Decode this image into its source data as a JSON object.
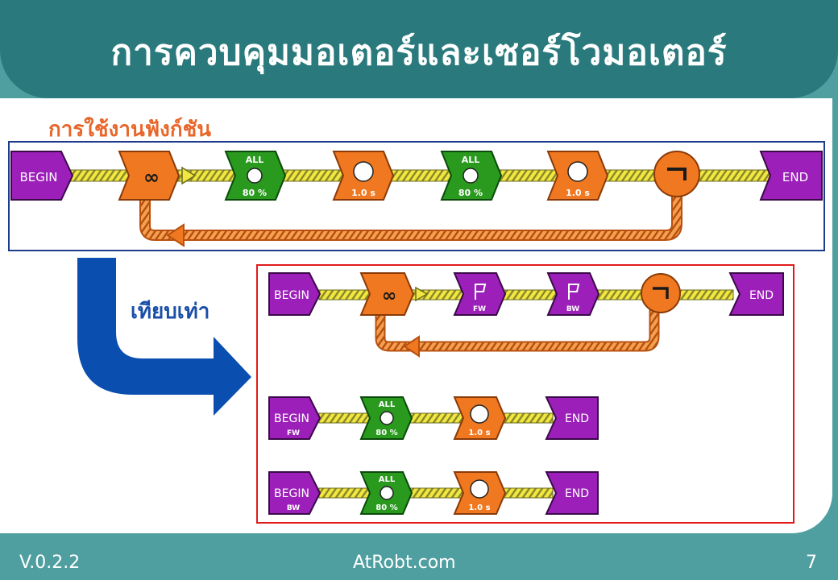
{
  "slide": {
    "title": "การควบคุมมอเตอร์และเซอร์โวมอเตอร์",
    "section_label": "การใช้งานฟังก์ชัน",
    "compare_label": "เทียบเท่า"
  },
  "blocks": {
    "begin": "BEGIN",
    "end": "END",
    "motor_all": "ALL",
    "motor_power": "80 %",
    "delay": "1.0 s",
    "func_fw": "FW",
    "func_bw": "BW"
  },
  "footer": {
    "version": "V.0.2.2",
    "site": "AtRobt.com",
    "page": "7"
  },
  "colors": {
    "header": "#2a7a7d",
    "background": "#4f9ea0",
    "begin_end": "#9b1fb8",
    "motor": "#2a9a1e",
    "delay": "#f07820",
    "loop": "#f07820",
    "wire": "#f2e640",
    "box_top_border": "#1e3c8c",
    "box_bottom_border": "#e01a1a",
    "compare_arrow": "#0a4fb0"
  }
}
